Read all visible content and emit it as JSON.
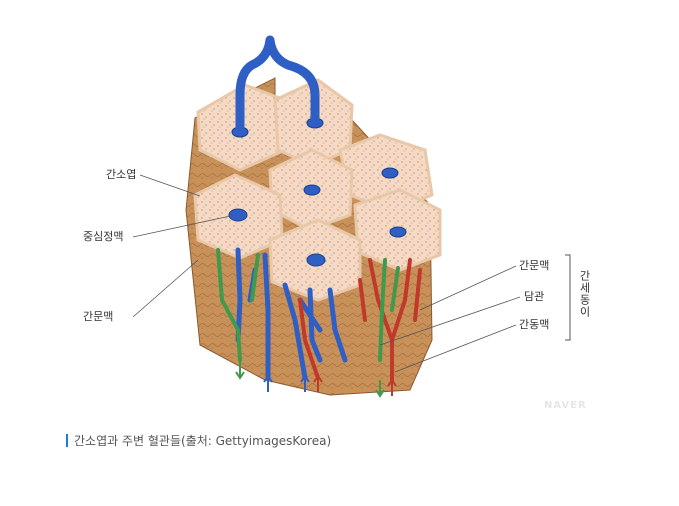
{
  "labels": {
    "lobule": "간소엽",
    "central_vein": "중심정맥",
    "portal_vein_left": "간문맥",
    "portal_vein_right": "간문맥",
    "bile_duct": "담관",
    "hepatic_artery": "간동맥",
    "portal_triad": "간세동이"
  },
  "watermark": "NAVER",
  "caption": "간소엽과 주변 혈관들(출처: GettyimagesKorea)",
  "colors": {
    "vein_blue": "#2f5fc4",
    "artery_red": "#c0392b",
    "bile_green": "#3f9a4e",
    "lobule_fill": "#f6d9c2",
    "tissue_brown": "#c8915a",
    "caption_accent": "#1e7bd7"
  }
}
